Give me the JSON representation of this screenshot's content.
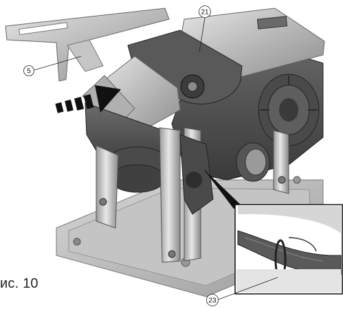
{
  "figure": {
    "caption": "ис. 10",
    "callouts": {
      "c5": "5",
      "c21": "21",
      "c23": "23"
    }
  }
}
